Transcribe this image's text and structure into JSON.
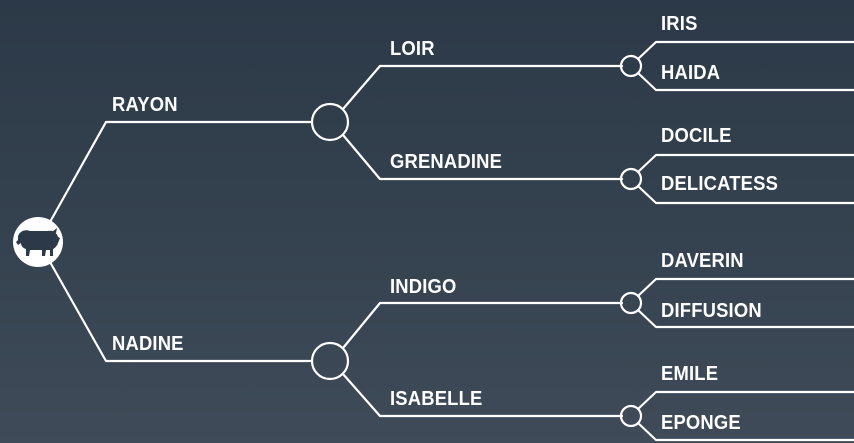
{
  "root": {
    "icon": "bull-icon"
  },
  "colors": {
    "line": "#ffffff",
    "background": "#35424f"
  },
  "parents": [
    {
      "name": "RAYON",
      "children": [
        {
          "name": "LOIR",
          "children": [
            "IRIS",
            "HAIDA"
          ]
        },
        {
          "name": "GRENADINE",
          "children": [
            "DOCILE",
            "DELICATESS"
          ]
        }
      ]
    },
    {
      "name": "NADINE",
      "children": [
        {
          "name": "INDIGO",
          "children": [
            "DAVERIN",
            "DIFFUSION"
          ]
        },
        {
          "name": "ISABELLE",
          "children": [
            "EMILE",
            "EPONGE"
          ]
        }
      ]
    }
  ]
}
